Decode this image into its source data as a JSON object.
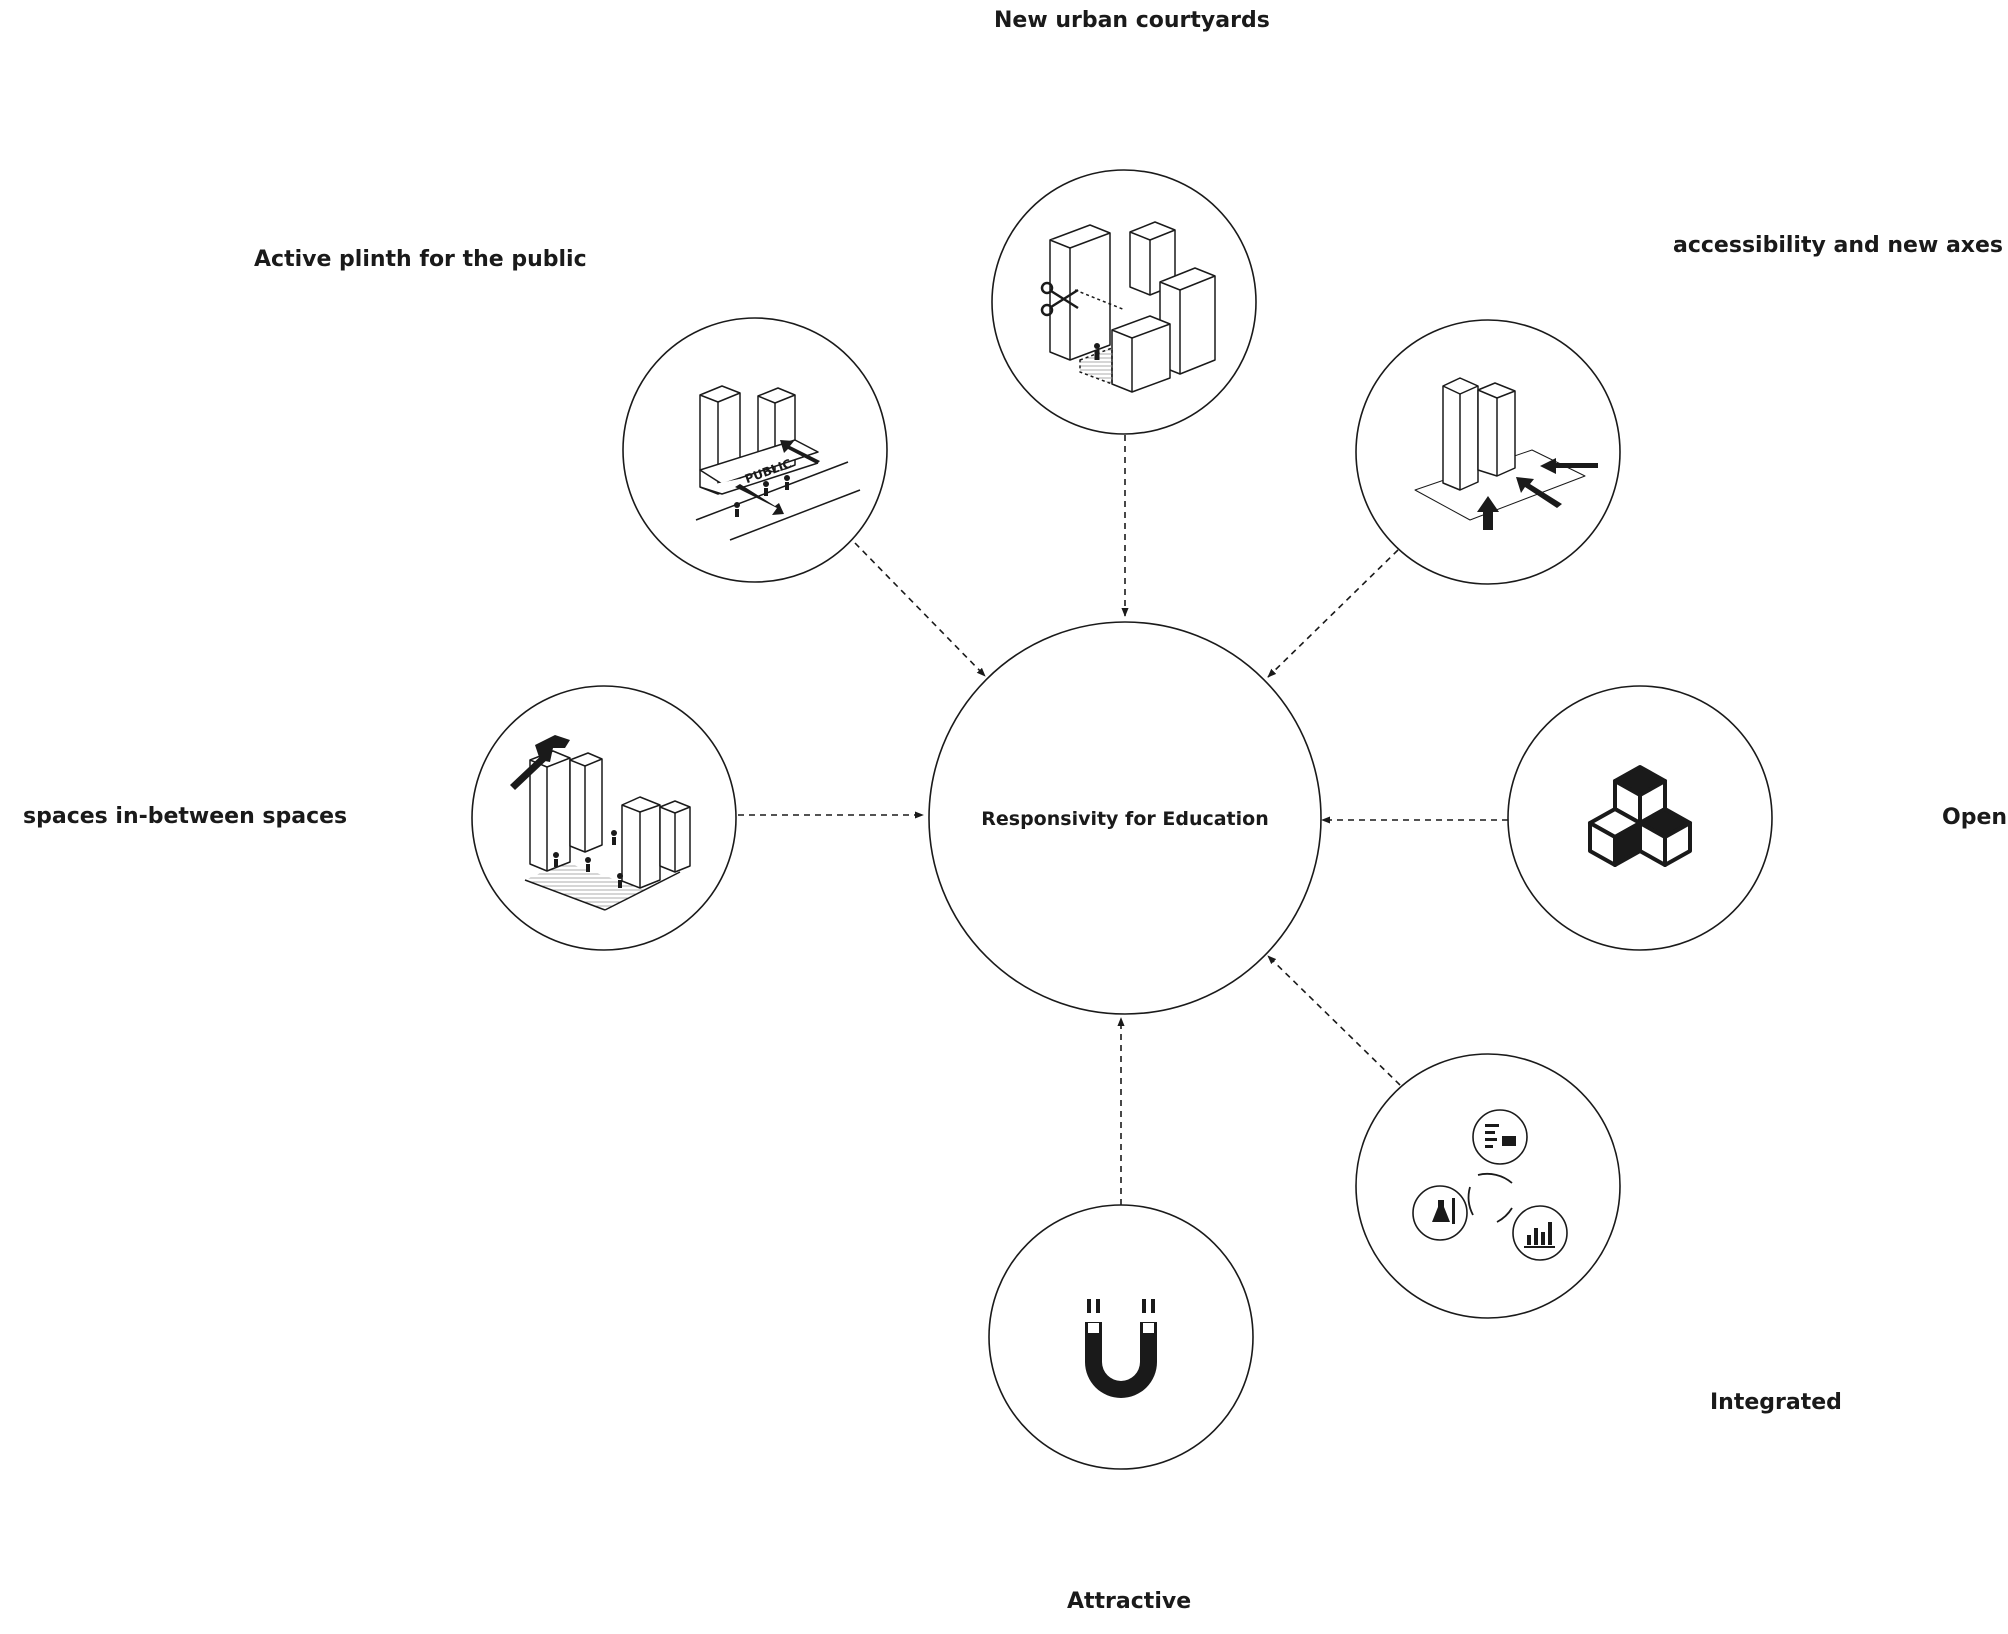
{
  "diagram": {
    "center": {
      "title": "Responsivity for Education"
    },
    "nodes": [
      {
        "id": "courtyards",
        "label": "New urban courtyards",
        "icon": "scissors-building-icon"
      },
      {
        "id": "plinth",
        "label": "Active plinth for the public",
        "icon": "public-plinth-icon",
        "sign": "PUBLIC"
      },
      {
        "id": "axes",
        "label": "accessibility and new axes",
        "icon": "building-arrows-icon"
      },
      {
        "id": "inbetween",
        "label": "spaces in-between spaces",
        "icon": "hammer-buildings-icon"
      },
      {
        "id": "open",
        "label": "Open",
        "icon": "cubes-icon"
      },
      {
        "id": "integrated",
        "label": "Integrated",
        "icon": "cycle-icon"
      },
      {
        "id": "attractive",
        "label": "Attractive",
        "icon": "magnet-icon"
      }
    ],
    "arrow_style": "dashed",
    "colors": {
      "line": "#1a1a1a",
      "background": "#ffffff"
    }
  }
}
